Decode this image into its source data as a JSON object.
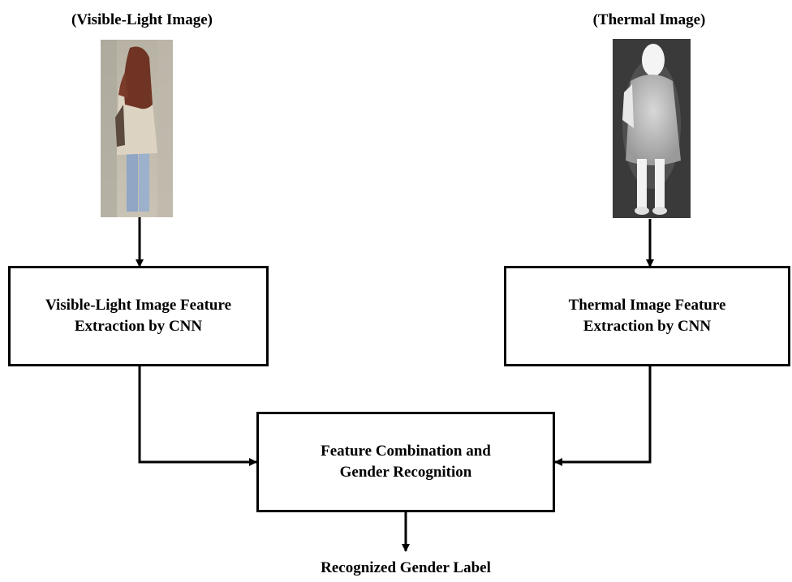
{
  "visible_branch": {
    "image_caption": "(Visible-Light  Image)",
    "box_line1": "Visible-Light  Image Feature",
    "box_line2": "Extraction by CNN"
  },
  "thermal_branch": {
    "image_caption": "(Thermal Image)",
    "box_line1": "Thermal Image Feature",
    "box_line2": "Extraction by CNN"
  },
  "fusion": {
    "box_line1": "Feature Combination  and",
    "box_line2": "Gender Recognition"
  },
  "output_label": "Recognized  Gender Label"
}
